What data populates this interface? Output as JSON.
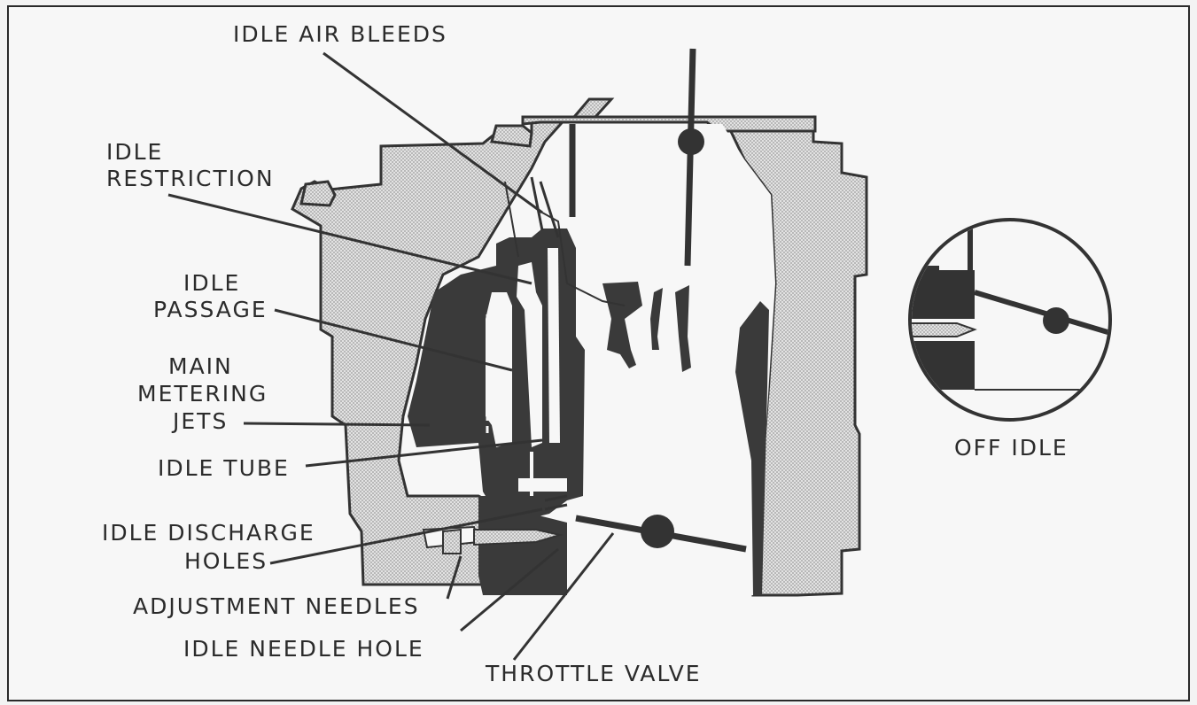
{
  "labels": {
    "idle_air_bleeds": "IDLE AIR BLEEDS",
    "idle_restriction_line1": "IDLE",
    "idle_restriction_line2": "RESTRICTION",
    "idle_passage_line1": "IDLE",
    "idle_passage_line2": "PASSAGE",
    "main_metering_line1": "MAIN",
    "main_metering_line2": "METERING",
    "main_metering_line3": "JETS",
    "idle_tube": "IDLE TUBE",
    "idle_discharge_line1": "IDLE DISCHARGE",
    "idle_discharge_line2": "HOLES",
    "adjustment_needles": "ADJUSTMENT NEEDLES",
    "idle_needle_hole": "IDLE NEEDLE HOLE",
    "throttle_valve": "THROTTLE VALVE",
    "off_idle": "OFF IDLE"
  },
  "colors": {
    "ink": "#2b2b2b",
    "paper": "#f7f7f7",
    "stipple": "#b9b9b9"
  }
}
